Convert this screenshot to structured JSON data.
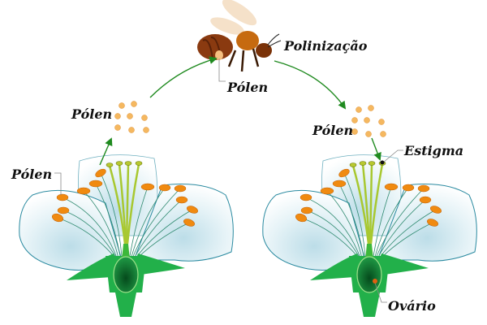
{
  "labels": {
    "pollination": "Polinização",
    "pollen_bee": "Pólen",
    "pollen_left_cloud": "Pólen",
    "pollen_left_anther": "Pólen",
    "pollen_right_cloud": "Pólen",
    "stigma": "Estigma",
    "ovary": "Ovário"
  },
  "colors": {
    "arrow": "#1f8a1f",
    "anther": "#f08a10",
    "pollen": "#f5b860",
    "stem": "#22b04a",
    "ovary": "#0b6a2a",
    "petal_edge": "#2a8aa0",
    "bee_body": "#8a3a10"
  }
}
